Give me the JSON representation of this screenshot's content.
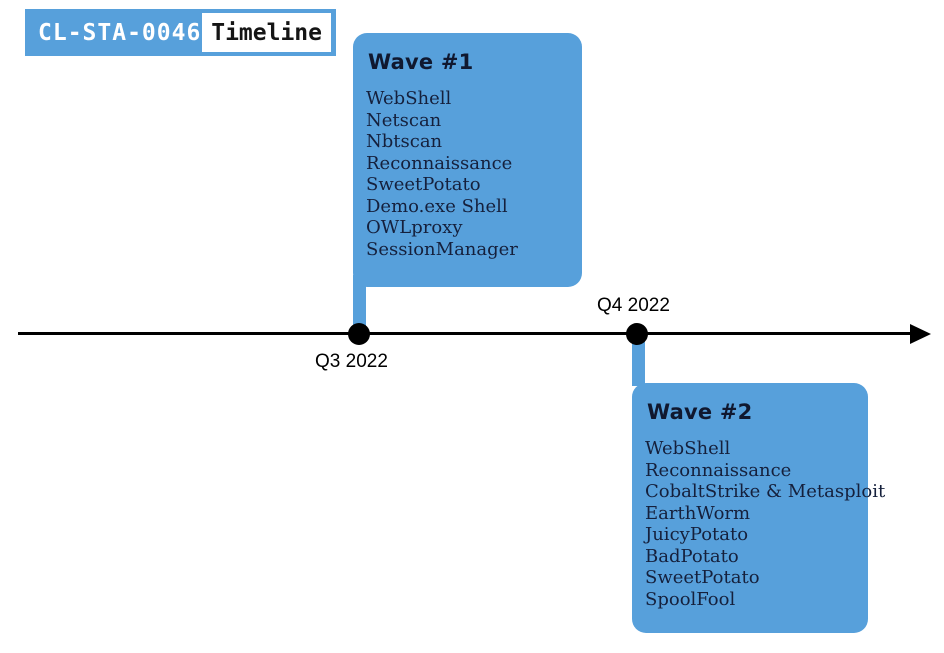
{
  "badge": {
    "cluster_id": "CL-STA-0046",
    "label": "Timeline"
  },
  "timeline": {
    "events": [
      {
        "date": "Q3 2022",
        "label_position": "below-axis",
        "marker": "black-dot"
      },
      {
        "date": "Q4 2022",
        "label_position": "above-axis",
        "marker": "black-dot"
      }
    ],
    "axis": {
      "direction": "left-to-right",
      "arrowhead": "right"
    }
  },
  "waves": [
    {
      "title": "Wave #1",
      "event_date": "Q3 2022",
      "items": [
        "WebShell",
        "Netscan",
        "Nbtscan",
        "Reconnaissance",
        "SweetPotato",
        "Demo.exe Shell",
        "OWLproxy",
        "SessionManager"
      ]
    },
    {
      "title": "Wave #2",
      "event_date": "Q4 2022",
      "items": [
        "WebShell",
        "Reconnaissance",
        "CobaltStrike & Metasploit",
        "EarthWorm",
        "JuicyPotato",
        "BadPotato",
        "SweetPotato",
        "SpoolFool"
      ]
    }
  ],
  "colors": {
    "accent_blue": "#57A0DB",
    "text_dark_navy": "#15203C",
    "axis_black": "#000000",
    "background": "#FFFFFF"
  }
}
